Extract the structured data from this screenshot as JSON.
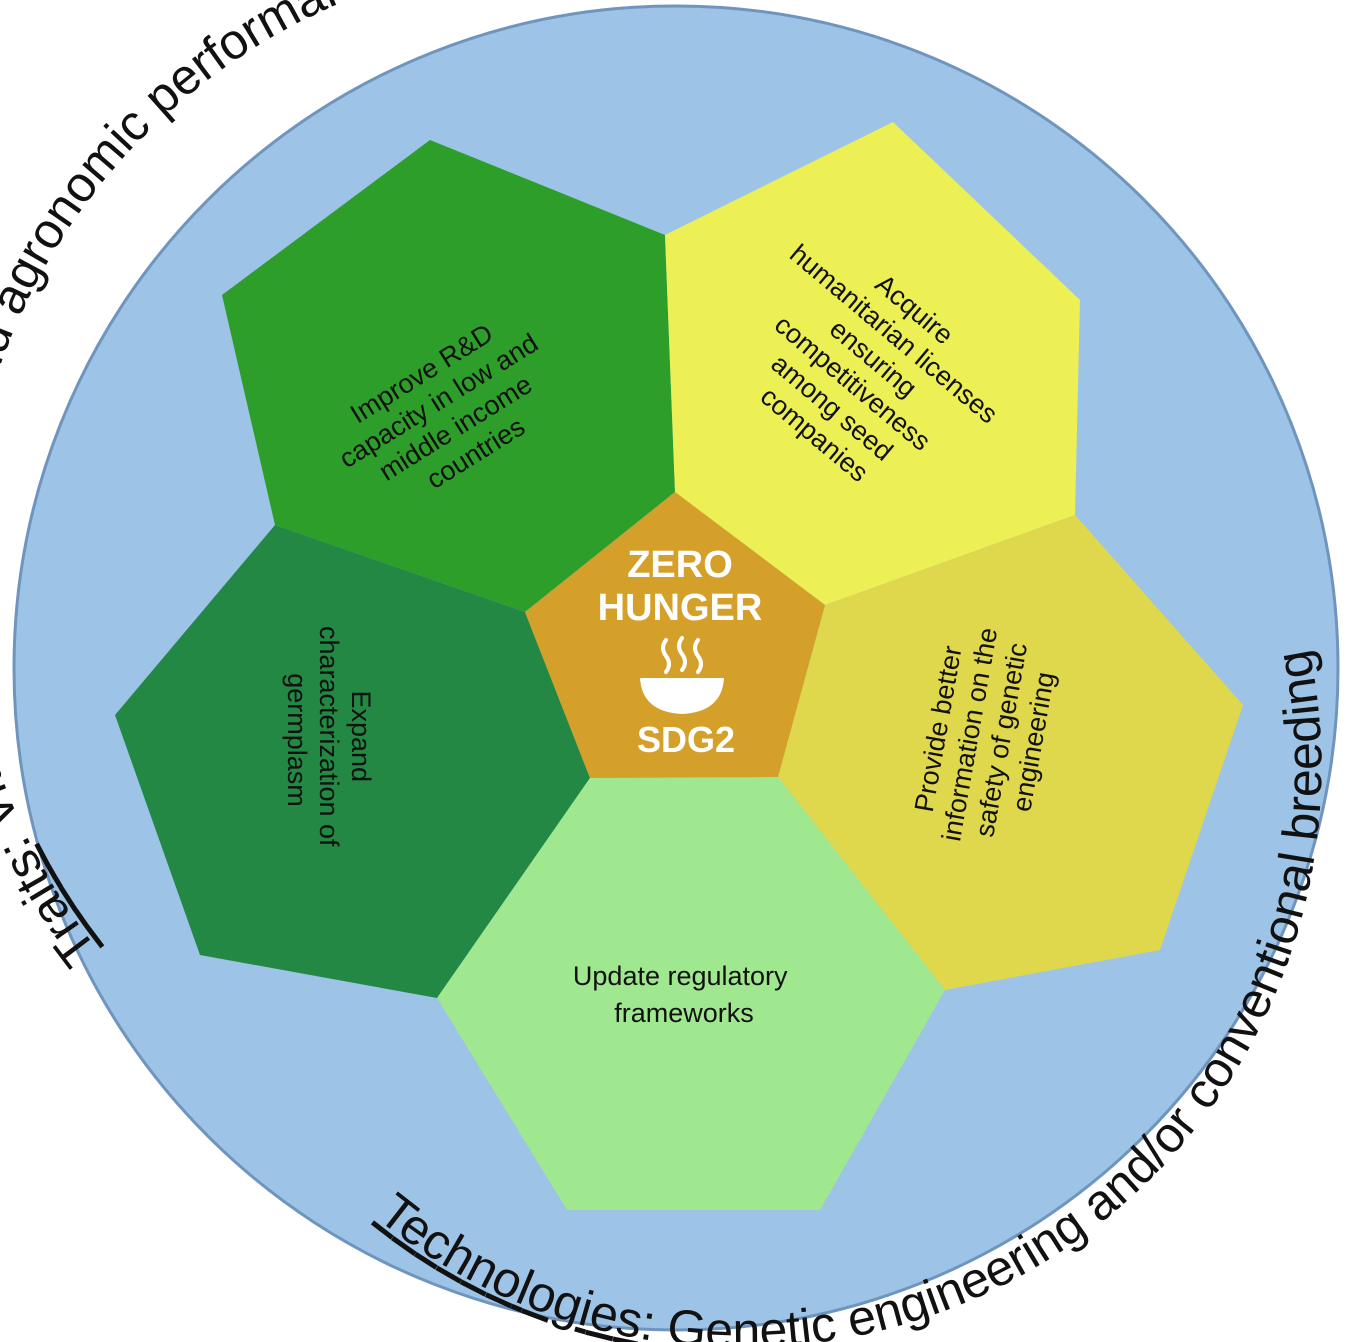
{
  "ring": {
    "traits_label": "Traits",
    "traits_rest": ": Vitamins, minerals and agronomic performance",
    "tech_label": "Technologies",
    "tech_rest": ": Genetic engineering and/or conventional breeding"
  },
  "panels": {
    "rd": {
      "lines": [
        "Improve R&D",
        "capacity in low and",
        "middle income",
        "countries"
      ]
    },
    "licenses": {
      "lines": [
        "Acquire",
        "humanitarian licenses",
        "ensuring",
        "competitiveness",
        "among seed",
        "companies"
      ]
    },
    "germplasm": {
      "lines": [
        "Expand",
        "characterization of",
        "germplasm"
      ]
    },
    "safety": {
      "lines": [
        "Provide better",
        "information on the",
        "safety of genetic",
        "engineering"
      ]
    },
    "regulatory": {
      "lines": [
        "Update regulatory",
        "frameworks"
      ]
    }
  },
  "center": {
    "line1": "ZERO",
    "line2": "HUNGER",
    "line3": "SDG2",
    "icon": "soup-bowl-icon"
  },
  "colors": {
    "ring": "#9dc3e6",
    "rd": "#2e9e2a",
    "licenses": "#ecf055",
    "germplasm": "#228844",
    "safety": "#e0d84c",
    "regulatory": "#a0e88f",
    "center": "#d4a02a"
  }
}
